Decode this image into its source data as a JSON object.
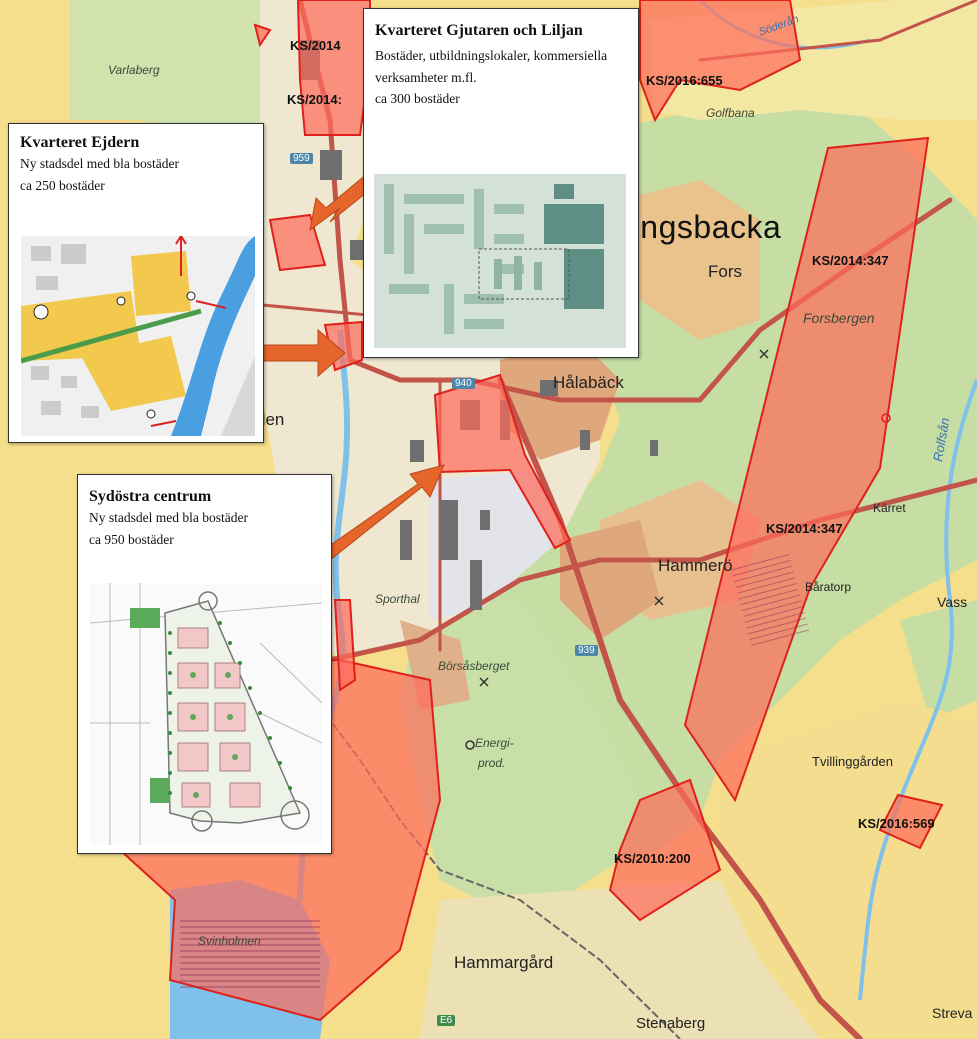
{
  "callouts": {
    "ejdern": {
      "title": "Kvarteret Ejdern",
      "line1": "Ny stadsdel med bla bostäder",
      "line2": "ca 250 bostäder"
    },
    "gjutaren": {
      "title": "Kvarteret Gjutaren och Liljan",
      "line1": "Bostäder, utbildningslokaler, kommersiella verksamheter m.fl.",
      "line2": "ca 300 bostäder"
    },
    "sydostra": {
      "title": "Sydöstra centrum",
      "line1": "Ny stadsdel med bla bostäder",
      "line2": "ca 950 bostäder"
    }
  },
  "area_codes": [
    "KS/2014",
    "KS/2014:",
    "KS/2016:655",
    "KS/2014:347",
    "KS/2014:347",
    "KS/2016:569",
    "KS/2010:200"
  ],
  "place_names": [
    "ungsbacka",
    "Fors",
    "Hålabäck",
    "Hammerö",
    "Hammargård",
    "Stenaberg",
    "Tvillinggården",
    "Kärret",
    "Båratorp",
    "Vass",
    "Streva",
    "den"
  ],
  "nature_names": [
    "Varlaberg",
    "Golfbana",
    "Forsbergen",
    "Sporthal",
    "Börsåsberget",
    "Energi-",
    "prod.",
    "Svinholmen"
  ],
  "water_names": [
    "Rolfsån",
    "Söderån"
  ],
  "road_numbers": [
    "959",
    "939",
    "940",
    "E6"
  ],
  "colors": {
    "plan_fill": "#ff6a5a",
    "plan_stroke": "#e0201a",
    "forest": "#c6dda4",
    "field": "#f5de8c",
    "urban": "#efe7cf",
    "water": "#7fc1ea",
    "road": "#c2544a",
    "arrow": "#e5652a"
  }
}
